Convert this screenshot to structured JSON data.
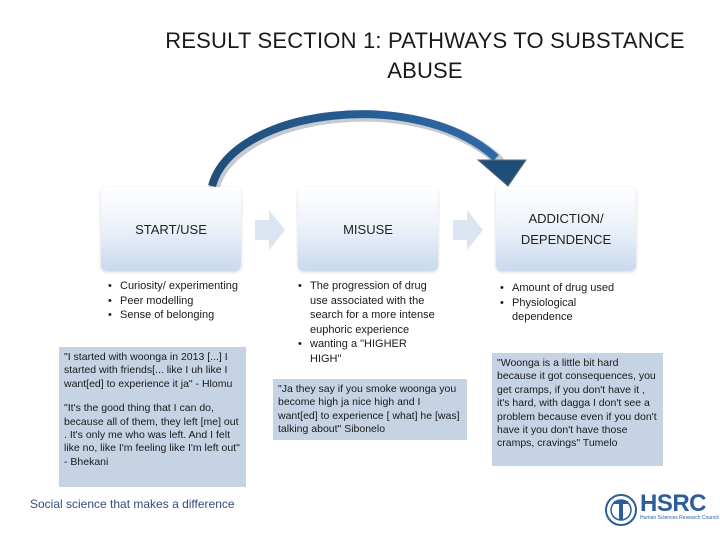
{
  "slide": {
    "title": "RESULT SECTION 1: PATHWAYS TO SUBSTANCE ABUSE",
    "footer": "Social science that makes a difference"
  },
  "stages": [
    {
      "label": "START/USE",
      "bullets": [
        "Curiosity/ experimenting",
        "Peer modelling",
        "Sense of belonging"
      ],
      "quotes": [
        "\"I started with woonga in 2013 [...] I started with friends[... like I uh like I want[ed] to experience it ja\" - Hlomu",
        "\"It's the good thing that I can do, because all of them, they left [me] out . It's only me who was left. And I felt like no, like I'm feeling like I'm left out\" - Bhekani"
      ]
    },
    {
      "label": "MISUSE",
      "bullets": [
        "The progression of drug use associated with the search for a more intense euphoric experience",
        "wanting a \"HIGHER HIGH\""
      ],
      "quotes": [
        "\"Ja they say if you smoke woonga you become high ja nice high and I want[ed] to experience [ what] he [was] talking about\" Sibonelo"
      ]
    },
    {
      "label": "ADDICTION/ DEPENDENCE",
      "bullets": [
        "Amount of drug used",
        "Physiological dependence"
      ],
      "quotes": [
        "\"Woonga is a little bit hard because it got consequences, you get cramps, if you don't have it , it's hard, with dagga I don't see a problem because even if you don't have it you don't have those cramps, cravings\" Tumelo"
      ]
    }
  ],
  "logo": {
    "name": "HSRC",
    "subtitle": "Human Sciences Research Council",
    "icon": "hsrc-emblem-icon"
  },
  "colors": {
    "quote_bg": "#c5d3e4",
    "arrow": "#1f4e79",
    "chevron": "#dbe5f1",
    "footer_text": "#2f4f7e"
  }
}
